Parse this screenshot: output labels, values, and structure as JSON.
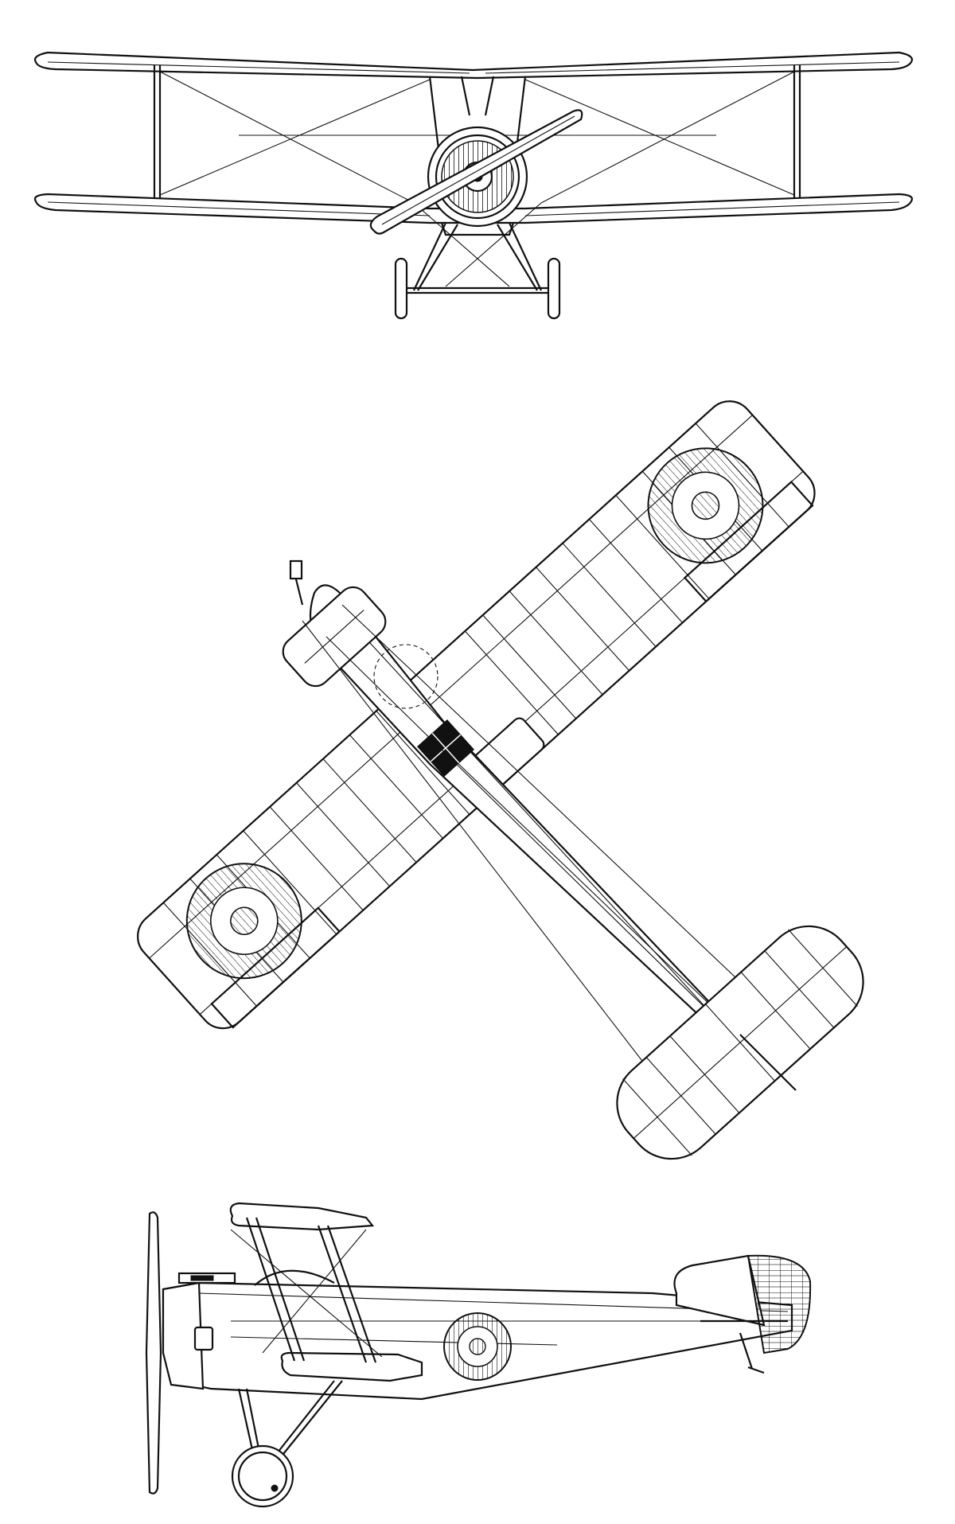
{
  "drawing": {
    "views": [
      {
        "id": "front",
        "label": ""
      },
      {
        "id": "plan",
        "label": ""
      },
      {
        "id": "side",
        "label": ""
      }
    ],
    "line_color": "#111111",
    "background": "#ffffff"
  }
}
